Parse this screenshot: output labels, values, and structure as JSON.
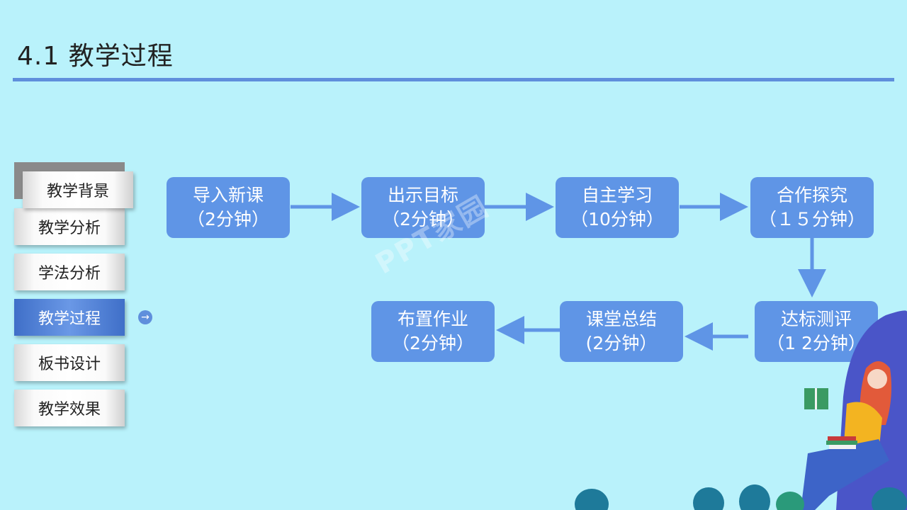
{
  "header": {
    "title": "4.1 教学过程"
  },
  "sidebar": {
    "items": [
      {
        "label": "教学背景"
      },
      {
        "label": "教学分析"
      },
      {
        "label": "学法分析"
      },
      {
        "label": "教学过程",
        "active": true
      },
      {
        "label": "板书设计"
      },
      {
        "label": "教学效果"
      }
    ],
    "indicator_icon": "arrow-right-circle-icon"
  },
  "flow": {
    "steps": [
      {
        "name": "导入新课",
        "time": "（2分钟）"
      },
      {
        "name": "出示目标",
        "time": "（2分钟）"
      },
      {
        "name": "自主学习",
        "time": "（10分钟）"
      },
      {
        "name": "合作探究",
        "time": "（１５分钟）"
      },
      {
        "name": "达标测评",
        "time": "（1 2分钟）"
      },
      {
        "name": "课堂总结",
        "time": "(2分钟）"
      },
      {
        "name": "布置作业",
        "time": "（2分钟）"
      }
    ]
  },
  "watermark": {
    "text": "PPT家园"
  },
  "colors": {
    "background": "#b9f2fb",
    "accent": "#5f8fdc",
    "box": "#5f95e6"
  }
}
